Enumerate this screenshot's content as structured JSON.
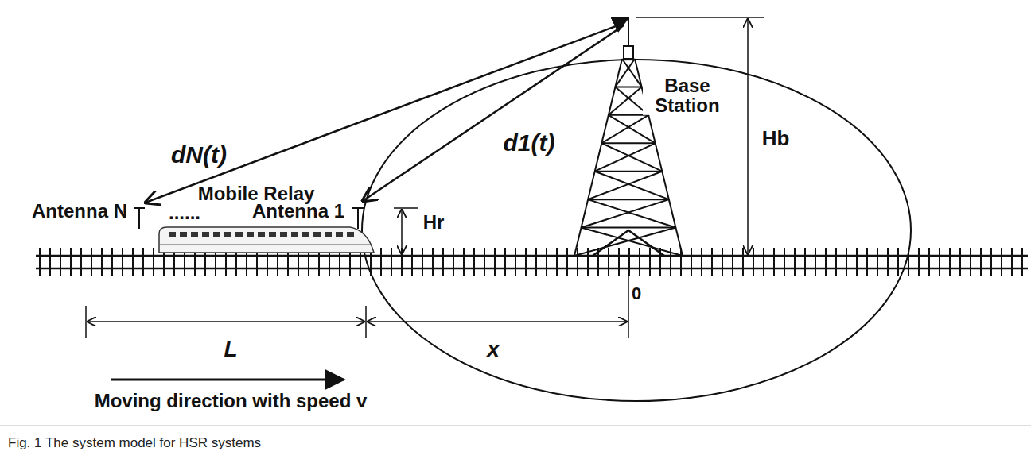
{
  "diagram": {
    "caption": "Fig. 1 The system model for HSR systems",
    "labels": [
      "dN(t)",
      "Mobile Relay",
      "d1(t)",
      "Base Station",
      "Hb",
      "Antenna N",
      "......",
      "Antenna 1",
      "Hr",
      "L",
      "x",
      "0",
      "Moving direction with speed v"
    ]
  }
}
